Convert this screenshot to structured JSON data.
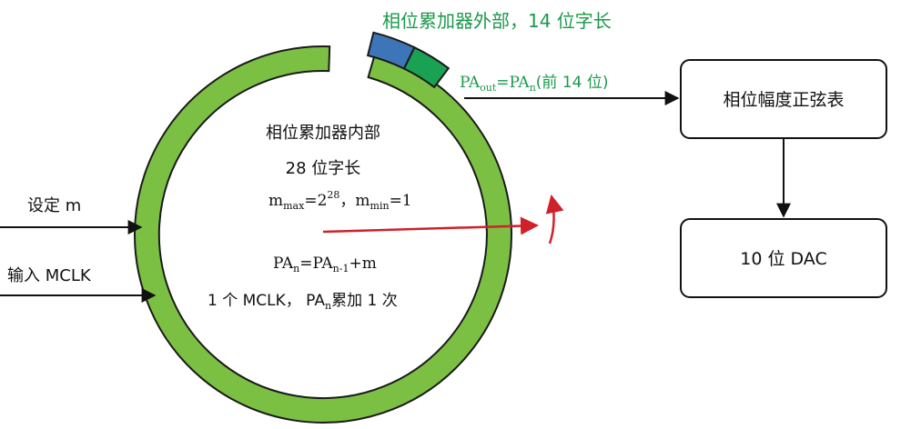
{
  "title": "相位累加器外部，14 位字长",
  "pa_out": {
    "main": "PA",
    "sub_out": "out",
    "eq": "=PA",
    "sub_n": "n",
    "rest": "(前 14 位)"
  },
  "inside": {
    "line1": "相位累加器内部",
    "line2": "28 位字长",
    "mmax": {
      "m": "m",
      "sub_max": "max",
      "eq": "=2",
      "sup": "28",
      "sep": "，",
      "m2": "m",
      "sub_min": "min",
      "eq2": "=1"
    },
    "formula": {
      "pa": "PA",
      "sub_n": "n",
      "eq": "=PA",
      "sub_n1": "n-1",
      "plus": "+m"
    },
    "clock": {
      "a": "1 个 MCLK， PA",
      "sub_n": "n",
      "b": "累加 1 次"
    }
  },
  "inputs": {
    "set_m": "设定 m",
    "mclk": "输入 MCLK"
  },
  "boxes": {
    "table": "相位幅度正弦表",
    "dac": "10 位 DAC"
  },
  "colors": {
    "ring": "#7bc043",
    "ring_stroke": "#1a1a1a",
    "segment_blue": "#3d76b8",
    "segment_green": "#1aa153",
    "label_green": "#1a9a4a",
    "red_arrow": "#d0202a"
  }
}
